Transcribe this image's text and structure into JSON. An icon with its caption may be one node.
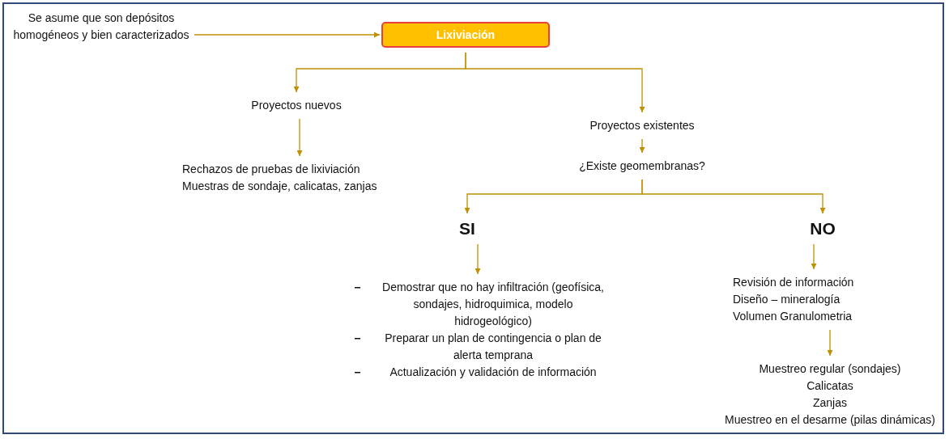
{
  "diagram": {
    "nodes": [
      {
        "text": [
          "Se asume que son depósitos homogéneos y bien caracterizados"
        ]
      },
      {
        "text": [
          "Lixiviación"
        ]
      },
      {
        "text": [
          "Proyectos nuevos"
        ]
      },
      {
        "text": [
          "Rechazos de pruebas de lixiviación",
          "Muestras de sondaje, calicatas, zanjas"
        ]
      },
      {
        "text": [
          "Proyectos existentes"
        ]
      },
      {
        "text": [
          "¿Existe geomembranas?"
        ]
      },
      {
        "text": [
          "SI"
        ]
      },
      {
        "text": [
          "NO"
        ]
      },
      {
        "text": [
          "Demostrar que no hay infiltración (geofísica, sondajes, hidroquimica, modelo hidrogeológico)",
          "Preparar un plan de contingencia o plan de alerta temprana",
          "Actualización y validación de información"
        ]
      },
      {
        "text": [
          "Revisión de información",
          "Diseño – mineralogía",
          "Volumen Granulometria"
        ]
      },
      {
        "text": [
          "Muestreo regular (sondajes)",
          "Calicatas",
          "Zanjas",
          "Muestreo en el desarme (pilas dinámicas)"
        ]
      }
    ],
    "edges": [
      {
        "from": 0,
        "to": 1,
        "arrow": "to"
      },
      {
        "from": 1,
        "to": 2,
        "arrow": "to"
      },
      {
        "from": 1,
        "to": 4,
        "arrow": "to"
      },
      {
        "from": 2,
        "to": 3,
        "arrow": "to"
      },
      {
        "from": 4,
        "to": 5,
        "arrow": "to"
      },
      {
        "from": 5,
        "to": 6,
        "arrow": "to"
      },
      {
        "from": 5,
        "to": 7,
        "arrow": "to"
      },
      {
        "from": 6,
        "to": 8,
        "arrow": "to"
      },
      {
        "from": 7,
        "to": 9,
        "arrow": "to"
      },
      {
        "from": 9,
        "to": 10,
        "arrow": "to"
      }
    ]
  }
}
